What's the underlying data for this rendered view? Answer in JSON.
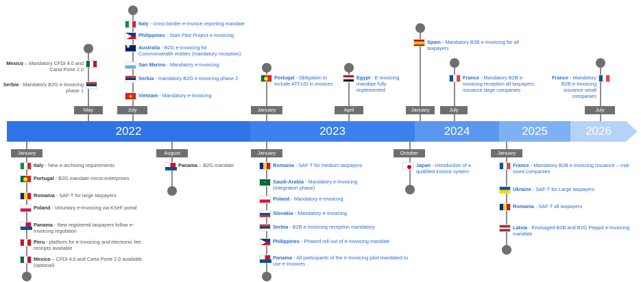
{
  "years": [
    "2022",
    "2023",
    "2024",
    "2025",
    "2026"
  ],
  "colors": {
    "bar_2022": "#2e74e6",
    "bar_2023": "#3b80ec",
    "bar_2024": "#5495ef",
    "bar_2025": "#7aaff3",
    "bar_2026": "#b3d1f7",
    "stem": "#8a8a8a",
    "label": "#6f6f6f",
    "text": "#2a6ad8"
  },
  "months": {
    "may_2022": "May",
    "july_2022": "July",
    "jan_2023_top": "January",
    "april_2023": "April",
    "jan_2024": "January",
    "july_2024": "July",
    "july_2026": "July",
    "jan_2022": "January",
    "aug_2022": "August",
    "jan_2023_bottom": "January",
    "oct_2023": "October",
    "jan_2025": "January"
  },
  "events": {
    "mexico_top": {
      "country": "Mexico",
      "text": " – Mandatory CFDI 4.0 and Carta Porte 2.0"
    },
    "serbia_top": {
      "country": "Serbia",
      "text": " - Mandatory B2G e-Invoicing phase 1"
    },
    "italy_top": {
      "country": "Italy",
      "text": " - cross-border e-Invoice reporting mandate"
    },
    "philippines_top": {
      "country": "Philippines",
      "text": " - Start Pilot Project e-Invoicing"
    },
    "australia": {
      "country": "Australia",
      "text": " - B2G e-Invoicing for Commonwealth entities (mandatory reception)"
    },
    "san_marino": {
      "country": "San Marino",
      "text": " - Mandatory e-Invoicing"
    },
    "serbia_phase2": {
      "country": "Serbia",
      "text": " - mandatory B2G e-Invoicing phase 2"
    },
    "vietnam": {
      "country": "Vietnam",
      "text": " - Mandatory e-Invoicing"
    },
    "portugal_top": {
      "country": "Portugal",
      "text": " - Obligation to include ATCUD in invoices"
    },
    "egypt": {
      "country": "Egypt",
      "text": " - E-invoicing mandate fully implemented"
    },
    "spain": {
      "country": "Spain",
      "text": " - Mandatory B2B e-Invoicing for all taxpayers"
    },
    "france_2024": {
      "country": "France",
      "text": " - Mandatory B2B e-Invoicing reception all taxpayers, issuance large companies"
    },
    "france_2026": {
      "country": "France",
      "text": " - Mandatory B2B e-Invoicing issuance small companies"
    },
    "italy_bottom": {
      "country": "Italy",
      "text": " - New e-archiving requirements"
    },
    "portugal_bottom": {
      "country": "Portugal",
      "text": " - B2G mandate micro-enterprises"
    },
    "romania_2022": {
      "country": "Romania",
      "text": " - SAF-T for large taxpayers"
    },
    "poland_ksef": {
      "country": "Poland",
      "text": " - Voluntary e-Invoicing via KSeF portal"
    },
    "panama_2022": {
      "country": "Panama",
      "text": " - New registered taxpayers follow e-Invoicing regulation"
    },
    "peru": {
      "country": "Peru",
      "text": " - platform for e-Invoicing and electronic fee receipts available"
    },
    "mexico_bottom": {
      "country": "Mexico",
      "text": " – CFDi 4.0 and Carta Porte 2.0 available (optional)"
    },
    "panama_aug": {
      "country": "Panama",
      "text": " – B2G mandate"
    },
    "romania_2023": {
      "country": "Romania",
      "text": " - SAF-T for medium taxpayers"
    },
    "saudi": {
      "country": "Saudi-Arabia",
      "text": " - Mandatory e-Invoicing (Integration phase)"
    },
    "poland_2023": {
      "country": "Poland",
      "text": " - Mandatory e-Invoicing"
    },
    "slovakia": {
      "country": "Slovakia",
      "text": " - Mandatory e-Invoicing"
    },
    "serbia_2023": {
      "country": "Serbia",
      "text": " - B2B e-Invoicing reception mandatory"
    },
    "philippines_2023": {
      "country": "Philippines",
      "text": " - Phased roll-out of e-Invoicing mandate"
    },
    "panama_2023": {
      "country": "Panama",
      "text": " - All participants of the e-Invoicing pilot mandated to use e-Invoices"
    },
    "japan": {
      "country": "Japan",
      "text": " - Introduction of a qualified invoice system"
    },
    "france_2025": {
      "country": "France",
      "text": " - Mandatory B2B e-Invoicing issuance – mid-sized companies"
    },
    "ukraine": {
      "country": "Ukraine",
      "text": " - SAF-T for Large taxpayers"
    },
    "romania_2025": {
      "country": "Romania",
      "text": " - SAF-T all taxpayers"
    },
    "latvia": {
      "country": "Latvia",
      "text": " - Envisaged B2B and B2G Peppol e-Invoicing mandate"
    }
  }
}
